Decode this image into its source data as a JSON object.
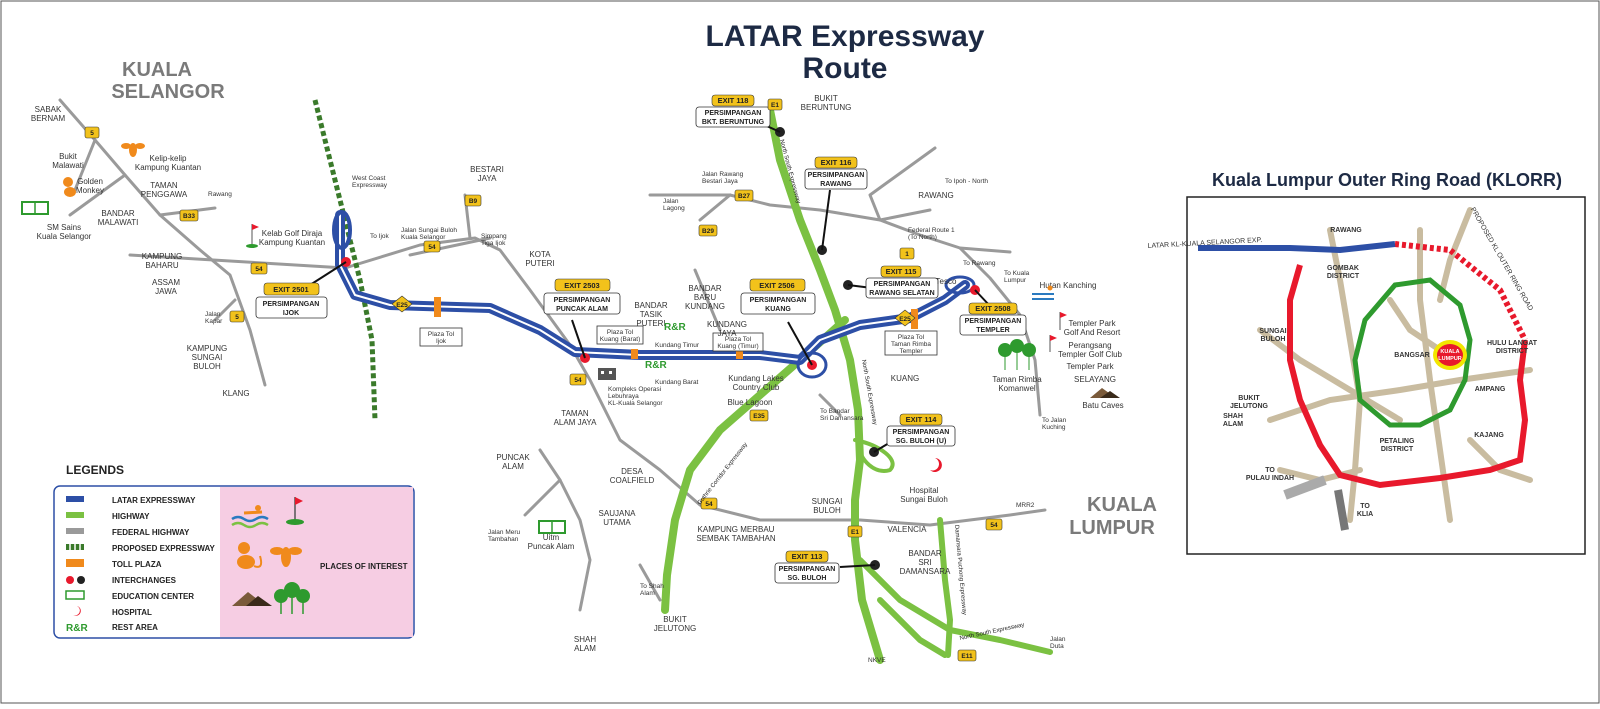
{
  "title": {
    "line1": "LATAR Expressway",
    "line2": "Route"
  },
  "colors": {
    "expressway": "#2d4fa6",
    "highway": "#7bc142",
    "federal": "#9a9a9a",
    "proposed": "#3a7a2a",
    "toll": "#f08a1c",
    "interchange": "#e8192c",
    "exit_badge": "#f2c21b",
    "legend_pink": "#f6cde3",
    "ring_red": "#e8192c",
    "ring_green": "#2e9a2e",
    "ring_tan": "#c9bca0"
  },
  "regions": {
    "kuala_selangor": [
      "KUALA",
      "SELANGOR"
    ],
    "kuala_lumpur": [
      "KUALA",
      "LUMPUR"
    ]
  },
  "exits": [
    {
      "num": "EXIT 2501",
      "name": [
        "PERSIMPANGAN",
        "IJOK"
      ]
    },
    {
      "num": "EXIT 2503",
      "name": [
        "PERSIMPANGAN",
        "PUNCAK ALAM"
      ]
    },
    {
      "num": "EXIT 2506",
      "name": [
        "PERSIMPANGAN",
        "KUANG"
      ]
    },
    {
      "num": "EXIT 2508",
      "name": [
        "PERSIMPANGAN",
        "TEMPLER"
      ]
    },
    {
      "num": "EXIT 118",
      "name": [
        "PERSIMPANGAN",
        "BKT. BERUNTUNG"
      ]
    },
    {
      "num": "EXIT 116",
      "name": [
        "PERSIMPANGAN",
        "RAWANG"
      ]
    },
    {
      "num": "EXIT 115",
      "name": [
        "PERSIMPANGAN",
        "RAWANG SELATAN"
      ]
    },
    {
      "num": "EXIT 114",
      "name": [
        "PERSIMPANGAN",
        "SG. BULOH (U)"
      ]
    },
    {
      "num": "EXIT 113",
      "name": [
        "PERSIMPANGAN",
        "SG. BULOH"
      ]
    }
  ],
  "toll_plazas": [
    [
      "Plaza Tol",
      "Ijok"
    ],
    [
      "Plaza Tol",
      "Kuang (Barat)"
    ],
    [
      "Plaza Tol",
      "Kuang (Timur)"
    ],
    [
      "Plaza Tol",
      "Taman Rimba",
      "Templer"
    ]
  ],
  "route_shields": {
    "e25": "E25",
    "e35": "E35",
    "e1": "E1",
    "e11": "E11",
    "r5": "5",
    "r54": "54",
    "b33": "B33",
    "b29": "B29",
    "b27": "B27",
    "r1": "1",
    "b9": "B9"
  },
  "places": {
    "sabak_bernam": [
      "SABAK",
      "BERNAM"
    ],
    "bukit_malawati": [
      "Bukit",
      "Malawati"
    ],
    "kelip_kelip": [
      "Kelip-kelip",
      "Kampung Kuantan"
    ],
    "golden_monkey": [
      "Golden",
      "Monkey"
    ],
    "taman_penggawa": [
      "TAMAN",
      "PENGGAWA"
    ],
    "bandar_malawati": [
      "BANDAR",
      "MALAWATI"
    ],
    "sm_sains": [
      "SM Sains",
      "Kuala Selangor"
    ],
    "kampung_baharu": [
      "KAMPUNG",
      "BAHARU"
    ],
    "assam_jawa": [
      "ASSAM",
      "JAWA"
    ],
    "jalan_kapar": [
      "Jalan",
      "Kapar"
    ],
    "kampung_sungai_buloh": [
      "KAMPUNG",
      "SUNGAI",
      "BULOH"
    ],
    "klang": "KLANG",
    "rawang_left": "Rawang",
    "kelab_golf": [
      "Kelab Golf Diraja",
      "Kampung Kuantan"
    ],
    "west_coast": [
      "West Coast",
      "Expressway"
    ],
    "to_ijok": "To Ijok",
    "jalan_sungai_buloh": [
      "Jalan Sungai Buloh",
      "Kuala Selangor"
    ],
    "bestari_jaya": [
      "BESTARI",
      "JAYA"
    ],
    "simpang_tiga": [
      "Simpang",
      "Tiga Ijok"
    ],
    "kota_puteri": [
      "KOTA",
      "PUTERI"
    ],
    "jalan_rawang": [
      "Jalan Rawang",
      "Bestari Jaya"
    ],
    "jalan_lagong": [
      "Jalan",
      "Lagong"
    ],
    "bukit_beruntung": [
      "BUKIT",
      "BERUNTUNG"
    ],
    "rawang": "RAWANG",
    "to_ipoh_north": "To Ipoh - North",
    "federal_route_1": [
      "Federal Route 1",
      "(To North)"
    ],
    "to_rawang": "To Rawang",
    "to_kuala_lumpur": [
      "To Kuala",
      "Lumpur"
    ],
    "tesco": "Tesco",
    "hutan_kanching": "Hutan Kanching",
    "templer_golf": [
      "Templer Park",
      "Golf And Resort"
    ],
    "perangsang": [
      "Perangsang",
      "Templer Golf Club"
    ],
    "templer_park": "Templer Park",
    "taman_rimba": [
      "Taman Rimba",
      "Komanwel"
    ],
    "selayang": "SELAYANG",
    "batu_caves": "Batu Caves",
    "to_jalan_kuching": [
      "To Jalan",
      "Kuching"
    ],
    "bandar_tasik_puteri": [
      "BANDAR",
      "TASIK",
      "PUTERI"
    ],
    "bandar_baru_kundang": [
      "BANDAR",
      "BARU",
      "KUNDANG"
    ],
    "kundang_jaya": [
      "KUNDANG",
      "JAYA"
    ],
    "kundang_timur": "Kundang Timur",
    "kundang_barat": "Kundang Barat",
    "kundang_lakes": [
      "Kundang Lakes",
      "Country Club"
    ],
    "blue_lagoon": "Blue Lagoon",
    "kompleks": [
      "Kompleks Operasi",
      "Lebuhraya",
      "KL-Kuala Selangor"
    ],
    "taman_alam_jaya": [
      "TAMAN",
      "ALAM JAYA"
    ],
    "kuang": "KUANG",
    "to_bandar_sri": [
      "To Bandar",
      "Sri Damansara"
    ],
    "puncak_alam": [
      "PUNCAK",
      "ALAM"
    ],
    "desa_coalfield": [
      "DESA",
      "COALFIELD"
    ],
    "saujana_utama": [
      "SAUJANA",
      "UTAMA"
    ],
    "jalan_meru": [
      "Jalan Meru",
      "Tambahan"
    ],
    "uitm": [
      "Uitm",
      "Puncak Alam"
    ],
    "kampung_merbau": [
      "KAMPUNG MERBAU",
      "SEMBAK TAMBAHAN"
    ],
    "sungai_buloh": [
      "SUNGAI",
      "BULOH"
    ],
    "valencia": "VALENCIA",
    "hospital": [
      "Hospital",
      "Sungai Buloh"
    ],
    "mrr2": "MRR2",
    "to_shah_alam": [
      "To Shah",
      "Alam"
    ],
    "shah_alam": [
      "SHAH",
      "ALAM"
    ],
    "bukit_jelutong": [
      "BUKIT",
      "JELUTONG"
    ],
    "bandar_sri_damansara": [
      "BANDAR",
      "SRI",
      "DAMANSARA"
    ],
    "nkve": "NKVE",
    "jalan_duta": [
      "Jalan",
      "Duta"
    ],
    "nse_label": "North South Expressway",
    "guthrie_label": "Guthrie Corridor Expressway",
    "damansara_label": "Damansara Puchong Expressway"
  },
  "legend": {
    "title": "LEGENDS",
    "items": [
      "LATAR EXPRESSWAY",
      "HIGHWAY",
      "FEDERAL HIGHWAY",
      "PROPOSED EXPRESSWAY",
      "TOLL PLAZA",
      "INTERCHANGES",
      "EDUCATION CENTER",
      "HOSPITAL",
      "REST AREA"
    ],
    "rest_area_icon": "R&R",
    "places_of_interest": "PLACES OF INTEREST"
  },
  "inset": {
    "title": "Kuala Lumpur Outer Ring Road (KLORR)",
    "labels": {
      "rawang": "RAWANG",
      "gombak": [
        "GOMBAK",
        "DISTRICT"
      ],
      "latar": "LATAR KL-KUALA SELANGOR EXP.",
      "proposed": "PROPOSED KL OUTER RING ROAD",
      "sungai_buloh": [
        "SUNGAI",
        "BULOH"
      ],
      "hulu_langat": [
        "HULU LANGAT",
        "DISTRICT"
      ],
      "kl": [
        "KUALA",
        "LUMPUR"
      ],
      "bangsar": "BANGSAR",
      "bukit_jelutong": [
        "BUKIT",
        "JELUTONG"
      ],
      "ampang": "AMPANG",
      "shah_alam": [
        "SHAH",
        "ALAM"
      ],
      "petaling": [
        "PETALING",
        "DISTRICT"
      ],
      "kajang": "KAJANG",
      "to_pulau_indah": [
        "TO",
        "PULAU INDAH"
      ],
      "to_klia": [
        "TO",
        "KLIA"
      ]
    }
  }
}
